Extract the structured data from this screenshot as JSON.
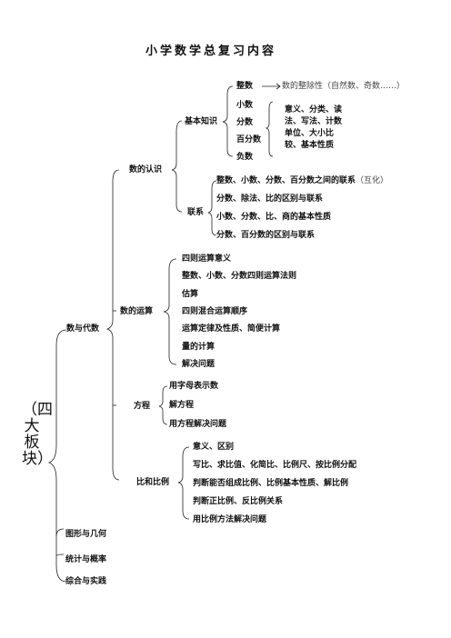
{
  "title": "小学数学总复习内容",
  "root": {
    "label": "（四大板块）"
  },
  "sections": [
    {
      "label": "数与代数",
      "children": [
        {
          "label": "数的认识",
          "children": [
            {
              "label": "基本知识",
              "items": [
                "整数",
                "小数",
                "分数",
                "百分数",
                "负数"
              ],
              "note_integer": "数的整除性（自然数、奇数……）",
              "note_other": [
                "意义、分类、读",
                "法、写法、计数",
                "单位、大小比",
                "较、基本性质"
              ]
            },
            {
              "label": "联系",
              "items": [
                {
                  "text": "整数、小数、分数、百分数之间的联系",
                  "suffix": "（互化）"
                },
                {
                  "text": "分数、除法、比的区别与联系"
                },
                {
                  "text": "小数、分数、比、商的基本性质"
                },
                {
                  "text": "分数、百分数的区别与联系"
                }
              ]
            }
          ]
        },
        {
          "label": "数的运算",
          "items": [
            "四则运算意义",
            "整数、小数、分数四则运算法则",
            "估算",
            "四则混合运算顺序",
            "运算定律及性质、简便计算",
            "量的计算",
            "解决问题"
          ]
        },
        {
          "label": "方程",
          "items": [
            "用字母表示数",
            "解方程",
            "用方程解决问题"
          ]
        },
        {
          "label": "比和比例",
          "items": [
            "意义、区别",
            "写比、求比值、化简比、比例尺、按比例分配",
            "判断能否组成比例、比例基本性质、解比例",
            "判断正比例、反比例关系",
            "用比例方法解决问题"
          ]
        }
      ]
    },
    {
      "label": "图形与几何"
    },
    {
      "label": "统计与概率"
    },
    {
      "label": "综合与实践"
    }
  ]
}
